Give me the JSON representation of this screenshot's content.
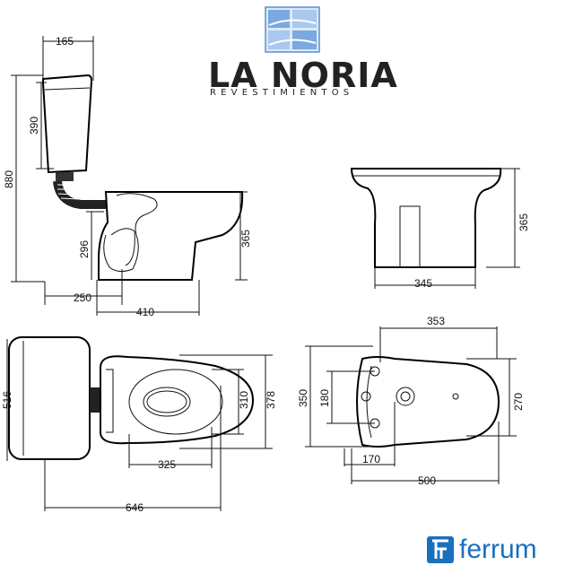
{
  "brand": {
    "name": "LA NORIA",
    "subtitle": "REVESTIMIENTOS",
    "manufacturer": "ferrum",
    "logo_color": "#5a8fd0",
    "manufacturer_color": "#1a6fbf"
  },
  "toilet_side": {
    "dims": {
      "tank_depth": "165",
      "tank_height": "390",
      "total_height": "880",
      "outlet_height": "296",
      "rim_height": "365",
      "outlet_distance": "250",
      "bowl_length": "410"
    }
  },
  "bidet_side": {
    "dims": {
      "height": "365",
      "width": "345"
    }
  },
  "toilet_top": {
    "dims": {
      "tank_width": "516",
      "seat_width": "310",
      "bowl_width": "378",
      "seat_length": "325",
      "total_length": "646"
    }
  },
  "bidet_top": {
    "dims": {
      "length": "353",
      "width": "350",
      "hole_spacing": "180",
      "fixing_spacing": "270",
      "hole_offset": "170",
      "total_length": "500"
    }
  }
}
